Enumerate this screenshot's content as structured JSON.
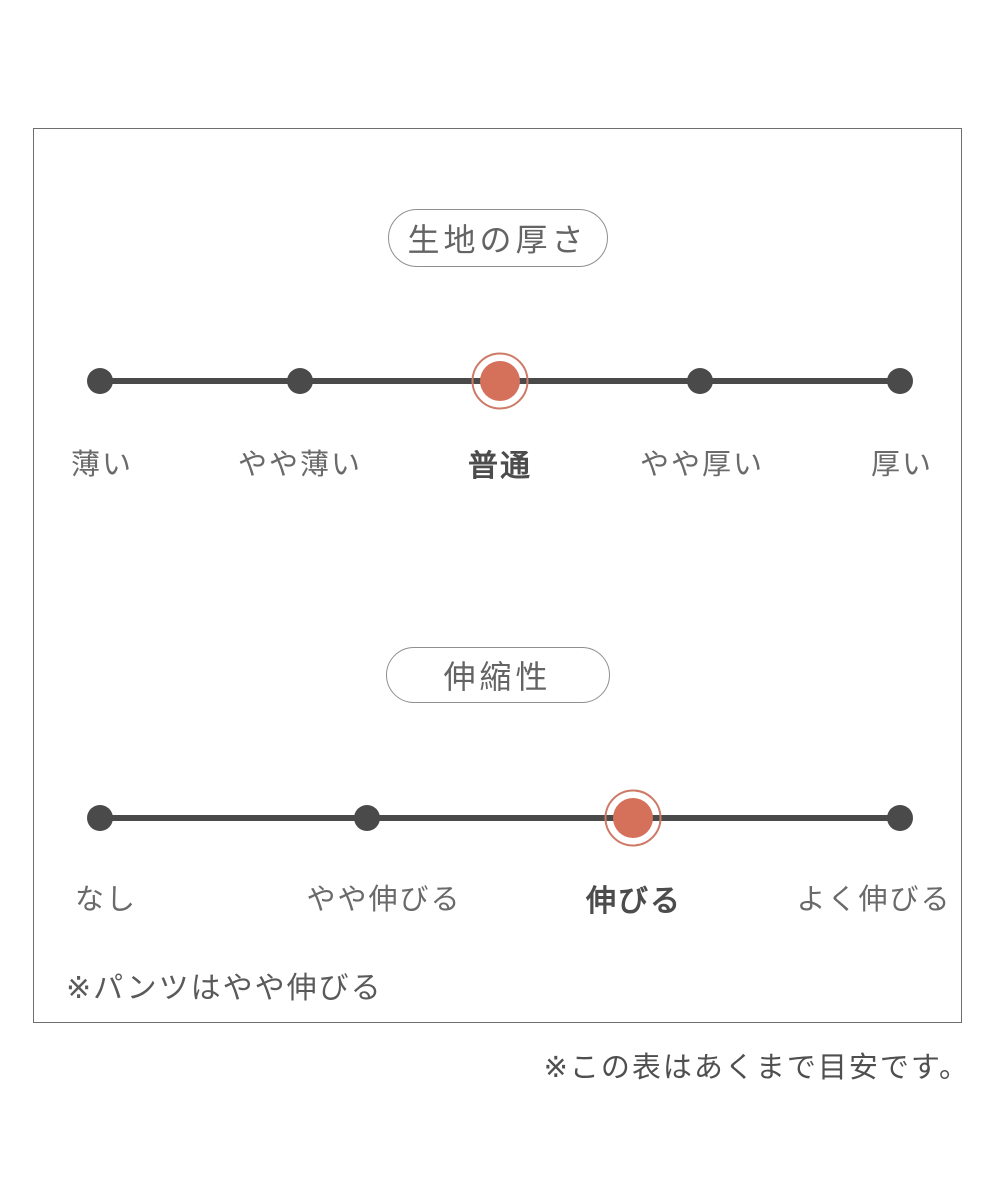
{
  "panel": {
    "thickness": {
      "title": "生地の厚さ",
      "options": [
        "薄い",
        "やや薄い",
        "普通",
        "やや厚い",
        "厚い"
      ],
      "selected": "普通",
      "selected_index": 2
    },
    "stretch": {
      "title": "伸縮性",
      "options": [
        "なし",
        "やや伸びる",
        "伸びる",
        "よく伸びる"
      ],
      "selected": "伸びる",
      "selected_index": 2,
      "footnote": "※パンツはやや伸びる"
    }
  },
  "footer": {
    "disclaimer": "※この表はあくまで目安です。"
  },
  "colors": {
    "accent": "#d5705a",
    "accent_ring": "#cd7a66",
    "scale_dark": "#4a4a4a",
    "panel_border": "#6e6e6e"
  }
}
